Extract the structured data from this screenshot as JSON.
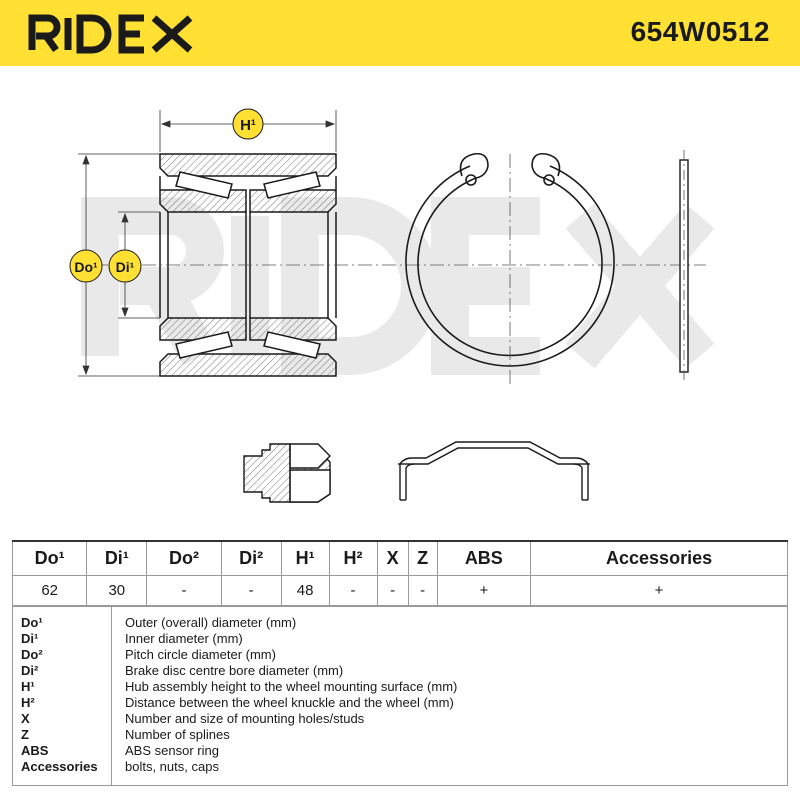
{
  "header": {
    "brand": "RIDEX",
    "part_number": "654W0512",
    "background_color": "#ffe033"
  },
  "drawing": {
    "dimension_labels": {
      "height": "H¹",
      "outer": "Do¹",
      "inner": "Di¹"
    },
    "label_color": "#ffe033",
    "watermark": "RIDEX"
  },
  "table": {
    "headers": [
      "Do¹",
      "Di¹",
      "Do²",
      "Di²",
      "H¹",
      "H²",
      "X",
      "Z",
      "ABS",
      "Accessories"
    ],
    "values": [
      "62",
      "30",
      "-",
      "-",
      "48",
      "-",
      "-",
      "-",
      "+",
      "+"
    ]
  },
  "legend": [
    {
      "key": "Do¹",
      "desc": "Outer (overall) diameter (mm)"
    },
    {
      "key": "Di¹",
      "desc": "Inner diameter (mm)"
    },
    {
      "key": "Do²",
      "desc": "Pitch circle diameter (mm)"
    },
    {
      "key": "Di²",
      "desc": "Brake disc centre bore diameter (mm)"
    },
    {
      "key": "H¹",
      "desc": "Hub assembly height to the wheel mounting surface (mm)"
    },
    {
      "key": "H²",
      "desc": "Distance between the wheel knuckle and the wheel (mm)"
    },
    {
      "key": "X",
      "desc": "Number and size of mounting holes/studs"
    },
    {
      "key": "Z",
      "desc": "Number of splines"
    },
    {
      "key": "ABS",
      "desc": "ABS sensor ring"
    },
    {
      "key": "Accessories",
      "desc": "bolts, nuts, caps"
    }
  ]
}
